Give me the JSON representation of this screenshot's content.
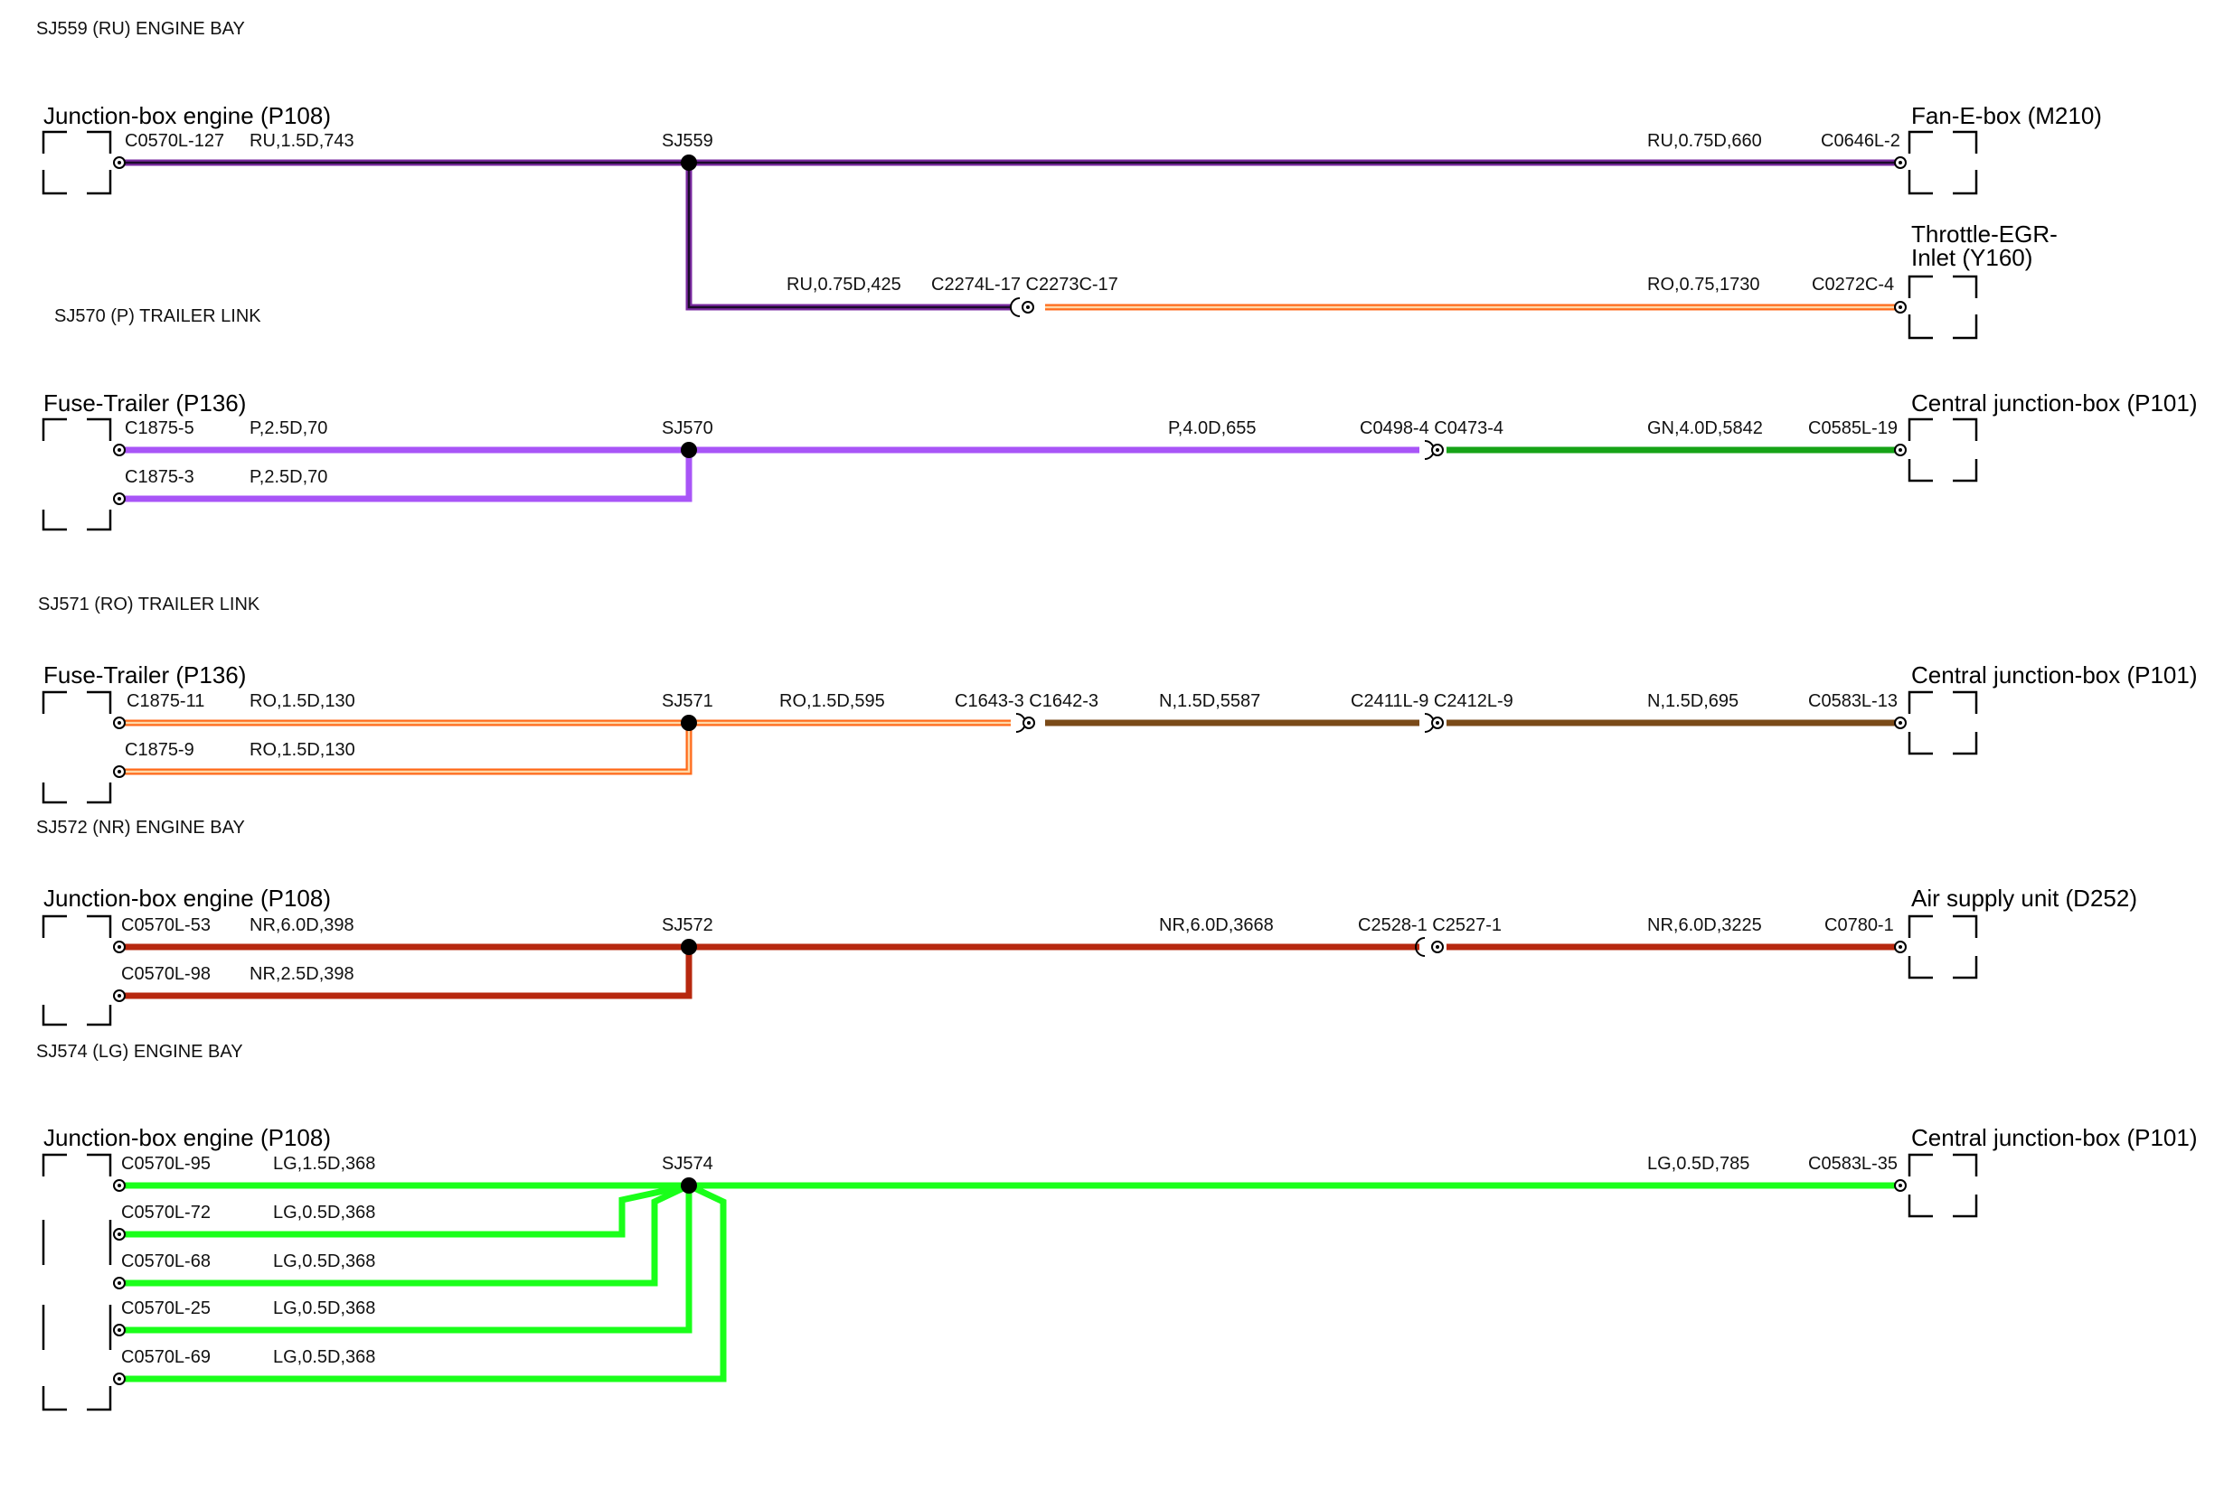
{
  "colors": {
    "RU": {
      "base": "#7a2aa0",
      "stripe": "#1a0b2a"
    },
    "RO": {
      "base": "#ff6a1a",
      "stripe": "#ffd8a8"
    },
    "P": {
      "base": "#a855f7"
    },
    "GN": {
      "base": "#16a317"
    },
    "N": {
      "base": "#7a4a18"
    },
    "NR": {
      "base": "#b7280f"
    },
    "LG": {
      "base": "#1aff1a"
    }
  },
  "sections": [
    {
      "title": "SJ559 (RU) ENGINE BAY",
      "splice": "SJ559",
      "left_component": "Junction-box engine (P108)",
      "right_component": "Fan-E-box (M210)",
      "right2_component_line1": "Throttle-EGR-",
      "right2_component_line2": "Inlet (Y160)",
      "wires": [
        {
          "pin": "C0570L-127",
          "spec": "RU,1.5D,743"
        },
        {
          "spec": "RU,0.75D,660",
          "pin": "C0646L-2"
        },
        {
          "spec": "RU,0.75D,425",
          "inline": "C2274L-17 C2273C-17"
        },
        {
          "spec": "RO,0.75,1730",
          "pin": "C0272C-4"
        }
      ]
    },
    {
      "title": "SJ570 (P) TRAILER LINK",
      "splice": "SJ570",
      "left_component": "Fuse-Trailer (P136)",
      "right_component": "Central junction-box (P101)",
      "wires": [
        {
          "pin": "C1875-5",
          "spec": "P,2.5D,70"
        },
        {
          "pin": "C1875-3",
          "spec": "P,2.5D,70"
        },
        {
          "spec": "P,4.0D,655",
          "inline": "C0498-4 C0473-4"
        },
        {
          "spec": "GN,4.0D,5842",
          "pin": "C0585L-19"
        }
      ]
    },
    {
      "title": "SJ571 (RO) TRAILER LINK",
      "splice": "SJ571",
      "left_component": "Fuse-Trailer (P136)",
      "right_component": "Central junction-box (P101)",
      "wires": [
        {
          "pin": "C1875-11",
          "spec": "RO,1.5D,130"
        },
        {
          "pin": "C1875-9",
          "spec": "RO,1.5D,130"
        },
        {
          "spec": "RO,1.5D,595",
          "inline": "C1643-3 C1642-3"
        },
        {
          "spec": "N,1.5D,5587",
          "inline": "C2411L-9 C2412L-9"
        },
        {
          "spec": "N,1.5D,695",
          "pin": "C0583L-13"
        }
      ]
    },
    {
      "title": "SJ572 (NR) ENGINE BAY",
      "splice": "SJ572",
      "left_component": "Junction-box engine (P108)",
      "right_component": "Air supply unit (D252)",
      "wires": [
        {
          "pin": "C0570L-53",
          "spec": "NR,6.0D,398"
        },
        {
          "pin": "C0570L-98",
          "spec": "NR,2.5D,398"
        },
        {
          "spec": "NR,6.0D,3668",
          "inline": "C2528-1 C2527-1"
        },
        {
          "spec": "NR,6.0D,3225",
          "pin": "C0780-1"
        }
      ]
    },
    {
      "title": "SJ574 (LG) ENGINE BAY",
      "splice": "SJ574",
      "left_component": "Junction-box engine (P108)",
      "right_component": "Central junction-box (P101)",
      "wires": [
        {
          "pin": "C0570L-95",
          "spec": "LG,1.5D,368"
        },
        {
          "pin": "C0570L-72",
          "spec": "LG,0.5D,368"
        },
        {
          "pin": "C0570L-68",
          "spec": "LG,0.5D,368"
        },
        {
          "pin": "C0570L-25",
          "spec": "LG,0.5D,368"
        },
        {
          "pin": "C0570L-69",
          "spec": "LG,0.5D,368"
        },
        {
          "spec": "LG,0.5D,785",
          "pin": "C0583L-35"
        }
      ]
    }
  ]
}
